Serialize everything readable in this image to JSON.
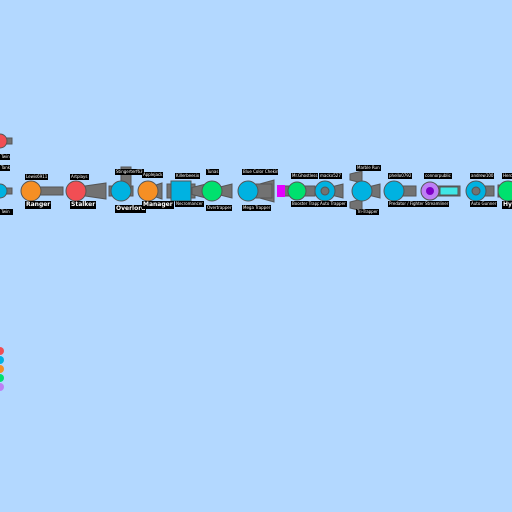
{
  "colors": {
    "background": "#b3d8ff",
    "barrel": "#727272",
    "outline": "#555555",
    "blue": "#00b2e1",
    "red": "#f14e54",
    "orange": "#f58f24",
    "green": "#00e16e",
    "purple": "#be7ff5",
    "label_bg": "#000000",
    "label_fg": "#ffffff"
  },
  "left_edge_labels": [
    "Twin",
    "Tank",
    "Twin"
  ],
  "tanks": [
    {
      "name": "Lewis6911",
      "class": "Ranger",
      "color": "#f58f24"
    },
    {
      "name": "Artplays",
      "class": "Stalker",
      "color": "#f14e54"
    },
    {
      "name": "Stingerterf63",
      "class": "Overlord",
      "color": "#00b2e1"
    },
    {
      "name": "Applejack",
      "class": "Manager",
      "color": "#f58f24"
    },
    {
      "name": "Killerbeesix",
      "class": "Necromancer",
      "color": "#00b2e1"
    },
    {
      "name": "Tunas",
      "class": "Overtrapper",
      "color": "#00e16e"
    },
    {
      "name": "Blue Color Cheking",
      "class": "Mega Trapper",
      "color": "#00b2e1"
    },
    {
      "name": "Mr.Ghostless",
      "class": "Booster Trapper",
      "color": "#00e16e"
    },
    {
      "name": "mackx527",
      "class": "Auto Trapper",
      "color": "#00b2e1"
    },
    {
      "name": "Marble Run",
      "class": "Tri-Trapper",
      "color": "#00b2e1"
    },
    {
      "name": "phello0792",
      "class": "Predator / Fighter",
      "color": "#00b2e1"
    },
    {
      "name": "connorpublic",
      "class": "Streamliner",
      "color": "#be7ff5"
    },
    {
      "name": "andrew100",
      "class": "Auto Gunner",
      "color": "#00b2e1"
    },
    {
      "name": "Herc",
      "class": "Hybrid",
      "color": "#00e16e"
    }
  ],
  "side_swatches": [
    "#f14e54",
    "#00b2e1",
    "#f58f24",
    "#00e16e",
    "#be7ff5"
  ]
}
